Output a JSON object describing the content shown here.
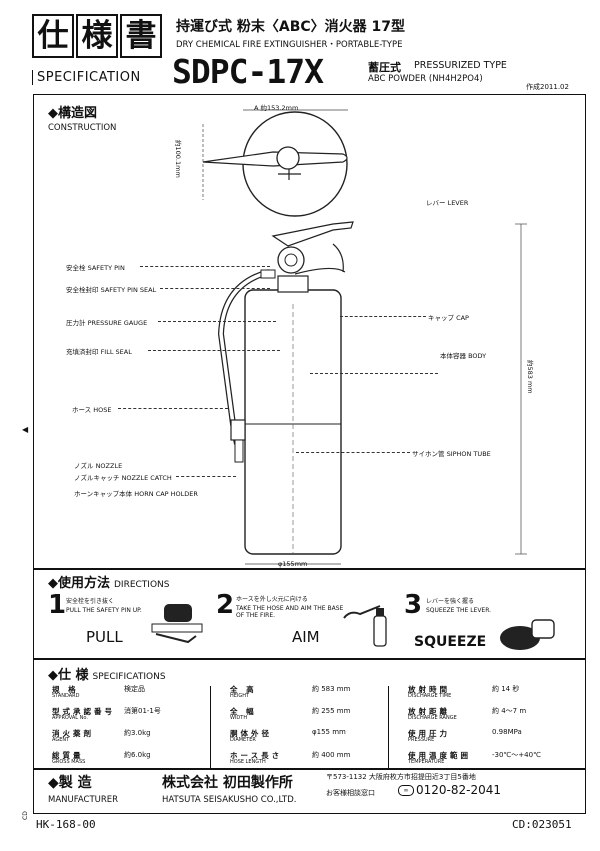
{
  "header": {
    "title_kanji": [
      "仕",
      "様",
      "書"
    ],
    "spec_label": "SPECIFICATION",
    "product_jp": "持運び式 粉末〈ABC〉消火器 17型",
    "product_en": "DRY CHEMICAL FIRE EXTINGUISHER・PORTABLE-TYPE",
    "model": "SDPC-17X",
    "type_jp": "蓄圧式",
    "type_en": "PRESSURIZED TYPE",
    "powder": "ABC POWDER (NH4H2PO4)",
    "date": "作成2011.02"
  },
  "construction": {
    "heading_jp": "◆構造図",
    "heading_en": "CONSTRUCTION",
    "dim_width": "A 約153.2mm",
    "dim_depth": "約100.1mm",
    "dim_height": "約583 mm",
    "dim_dia": "φ155mm",
    "labels_left": [
      "安全栓 SAFETY PIN",
      "安全栓封印 SAFETY PIN SEAL",
      "圧力計 PRESSURE GAUGE",
      "充填済封印 FILL SEAL",
      "ホース HOSE",
      "ノズル NOZZLE",
      "ノズルキャッチ NOZZLE CATCH",
      "ホーンキャップ本体 HORN CAP HOLDER"
    ],
    "labels_right": [
      "レバー LEVER",
      "キャップ CAP",
      "本体容器 BODY",
      "サイホン管 SIPHON TUBE"
    ]
  },
  "directions": {
    "heading_jp": "◆使用方法",
    "heading_en": "DIRECTIONS",
    "steps": [
      {
        "num": "1",
        "jp": "安全栓を引き抜く",
        "en": "PULL THE SAFETY PIN UP.",
        "word": "PULL"
      },
      {
        "num": "2",
        "jp": "ホースを外し火元に向ける",
        "en": "TAKE THE HOSE AND AIM THE BASE OF THE FIRE.",
        "word": "AIM"
      },
      {
        "num": "3",
        "jp": "レバーを強く握る",
        "en": "SQUEEZE THE LEVER.",
        "word": "SQUEEZE"
      }
    ]
  },
  "specs": {
    "heading_jp": "◆仕 様",
    "heading_en": "SPECIFICATIONS",
    "col1": [
      {
        "k": "規 格",
        "ke": "STANDARD",
        "v": "検定品"
      },
      {
        "k": "型式承認番号",
        "ke": "APPROVAL No.",
        "v": "消第01-1号"
      },
      {
        "k": "消火薬剤",
        "ke": "AGENT",
        "v": "約3.0kg"
      },
      {
        "k": "総質量",
        "ke": "GROSS MASS",
        "v": "約6.0kg"
      }
    ],
    "col2": [
      {
        "k": "全 高",
        "ke": "HEIGHT",
        "v": "約 583 mm"
      },
      {
        "k": "全 幅",
        "ke": "WIDTH",
        "v": "約 255 mm"
      },
      {
        "k": "胴体外径",
        "ke": "DIAMETER",
        "v": "φ155 mm"
      },
      {
        "k": "ホース長さ",
        "ke": "HOSE LENGTH",
        "v": "約 400 mm"
      }
    ],
    "col3": [
      {
        "k": "放射時間",
        "ke": "DISCHARGE TIME",
        "v": "約 14 秒"
      },
      {
        "k": "放射距離",
        "ke": "DISCHARGE RANGE",
        "v": "約 4〜7 m"
      },
      {
        "k": "使用圧力",
        "ke": "PRESSURE",
        "v": "0.98MPa"
      },
      {
        "k": "使用温度範囲",
        "ke": "TEMPERATURE",
        "v": "-30℃〜+40℃"
      }
    ]
  },
  "manufacturer": {
    "heading_jp": "◆製 造",
    "heading_en": "MANUFACTURER",
    "company_jp": "株式会社 初田製作所",
    "company_en": "HATSUTA SEISAKUSHO CO.,LTD.",
    "address": "〒573-1132 大阪府枚方市招提田近3丁目5番地",
    "contact_label": "お客様相談窓口",
    "phone": "0120-82-2041"
  },
  "footer": {
    "code": "HK-168-00",
    "cd": "CD:023051",
    "side": "CD"
  }
}
